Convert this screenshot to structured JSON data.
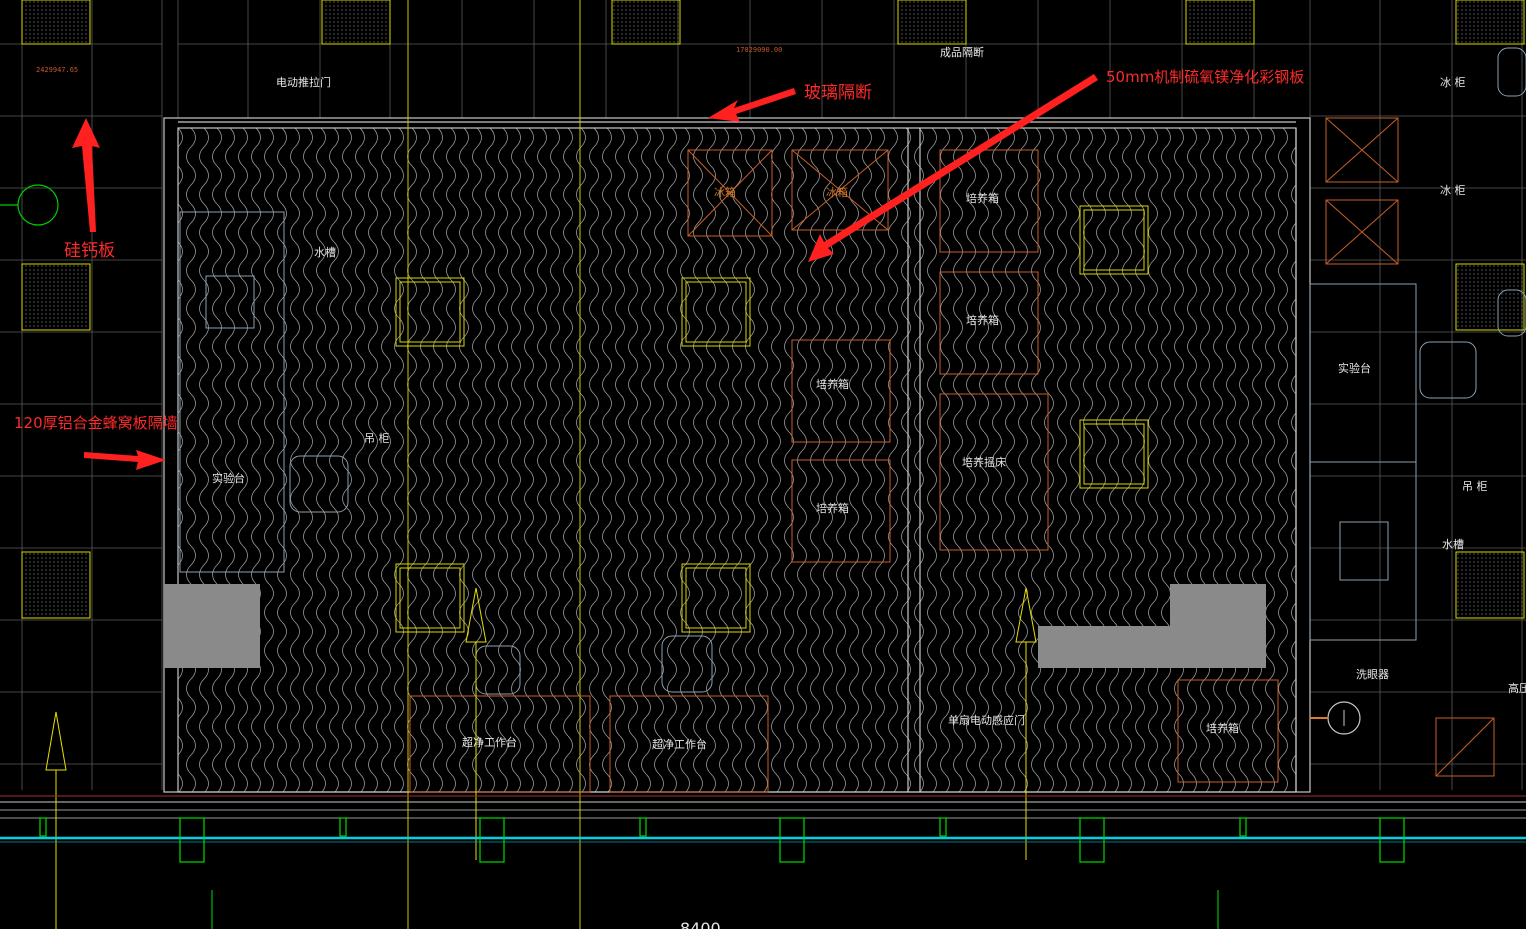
{
  "annotations": {
    "silicon_calcium_board": "硅钙板",
    "glass_partition": "玻璃隔断",
    "color_steel_plate": "50mm机制硫氧镁净化彩钢板",
    "honeycomb_wall": "120厚铝合金蜂窝板隔墙"
  },
  "labels": {
    "electric_sliding_door": "电动推拉门",
    "finished_partition": "成品隔断",
    "sink_left": "水槽",
    "hanging_cabinet_left": "吊 柜",
    "lab_bench_left": "实验台",
    "freezer_1": "冰箱",
    "freezer_2": "冰箱",
    "incubator_1": "培养箱",
    "incubator_2": "培养箱",
    "incubator_3": "培养箱",
    "incubator_4": "培养箱",
    "incubator_5": "培养箱",
    "shaking_incubator": "培养摇床",
    "clean_bench_1": "超净工作台",
    "clean_bench_2": "超净工作台",
    "single_door": "单扇电动感应门",
    "ice_cabinet_1": "冰 柜",
    "ice_cabinet_2": "冰 柜",
    "lab_bench_right": "实验台",
    "hanging_cabinet_right": "吊 柜",
    "sink_right": "水槽",
    "eyewash": "洗眼器",
    "autoclave": "高压",
    "coord_text_1": "2429947.65",
    "coord_text_2": "17029090.00",
    "bottom_dimension": "8400"
  },
  "colors": {
    "annotation": "#ff2a2a",
    "grid": "#6e6e6e",
    "wall": "#c8c8c8",
    "yellow": "#e8e000",
    "orange": "#c8602a",
    "cyan": "#00d0e0",
    "green": "#00dd00",
    "gray_block": "#8a8a8a"
  }
}
